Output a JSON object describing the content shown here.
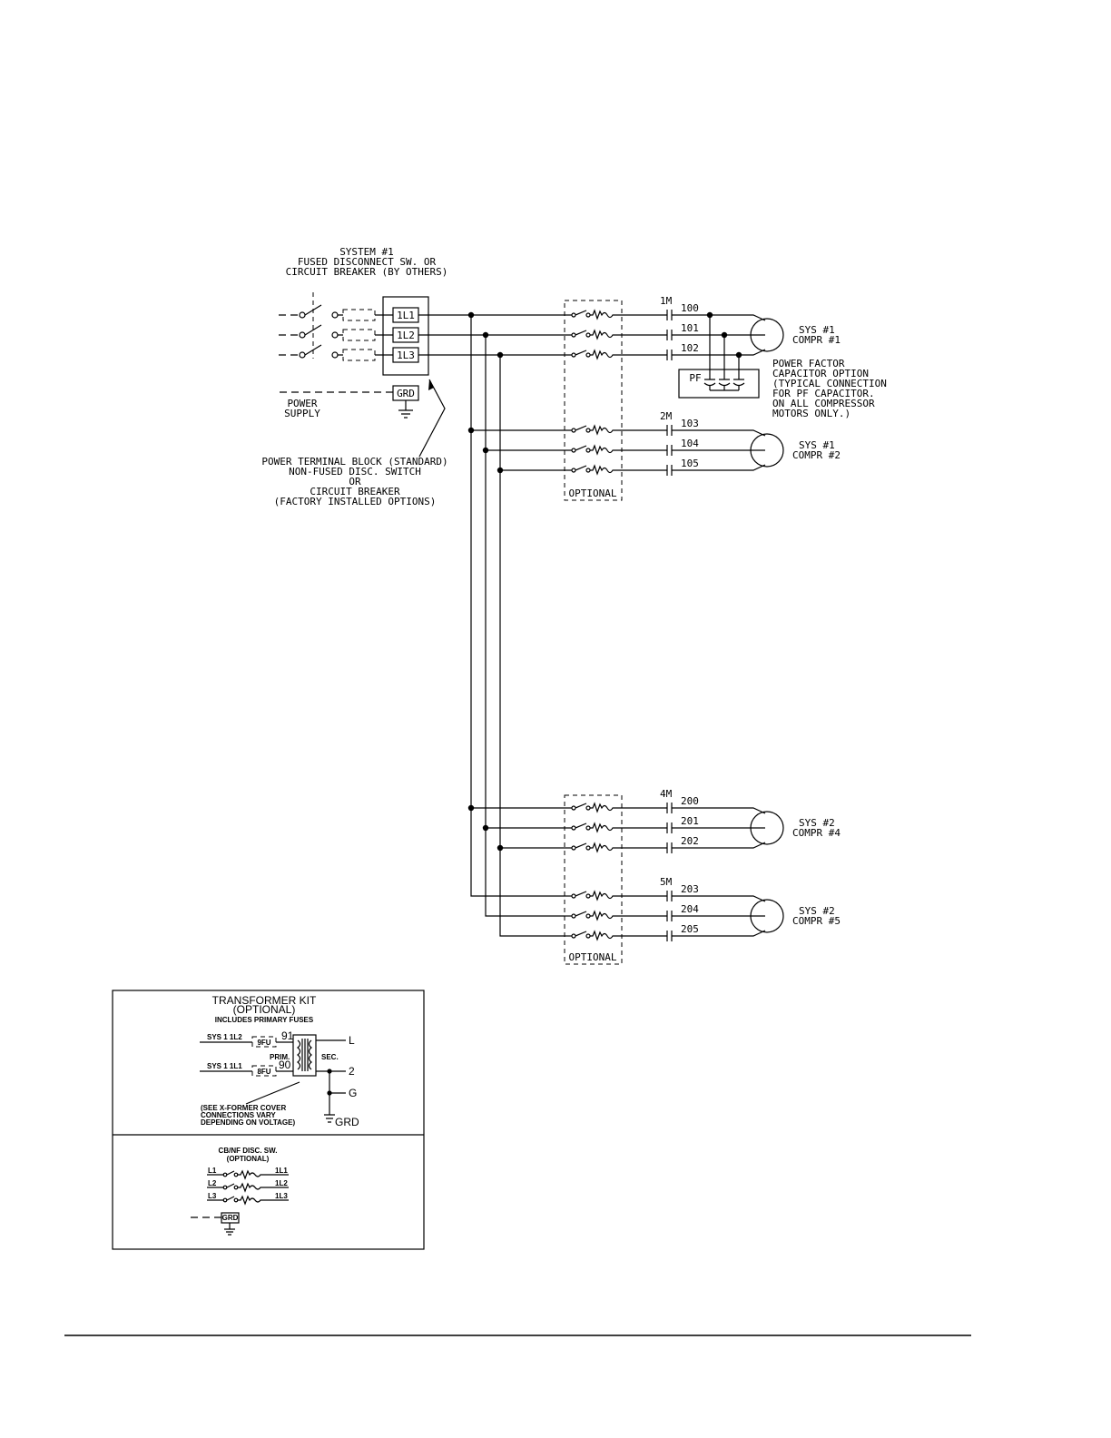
{
  "header": {
    "line1": "SYSTEM #1",
    "line2": "FUSED DISCONNECT SW. OR",
    "line3": "CIRCUIT BREAKER (BY OTHERS)"
  },
  "terminals": [
    "1L1",
    "1L2",
    "1L3"
  ],
  "grd": "GRD",
  "power_supply": [
    "POWER",
    "SUPPLY"
  ],
  "terminal_block_note": [
    "POWER TERMINAL BLOCK (STANDARD)",
    "NON-FUSED DISC. SWITCH",
    "OR",
    "CIRCUIT BREAKER",
    "(FACTORY INSTALLED OPTIONS)"
  ],
  "optional_label": "OPTIONAL",
  "pf": {
    "label": "PF",
    "note": [
      "POWER FACTOR",
      "CAPACITOR OPTION",
      "(TYPICAL CONNECTION",
      "FOR PF CAPACITOR.",
      "ON ALL COMPRESSOR",
      "MOTORS ONLY.)"
    ]
  },
  "compressors": [
    {
      "contactor": "1M",
      "wires": [
        "100",
        "101",
        "102"
      ],
      "label1": "SYS #1",
      "label2": "COMPR #1"
    },
    {
      "contactor": "2M",
      "wires": [
        "103",
        "104",
        "105"
      ],
      "label1": "SYS #1",
      "label2": "COMPR #2"
    },
    {
      "contactor": "4M",
      "wires": [
        "200",
        "201",
        "202"
      ],
      "label1": "SYS #2",
      "label2": "COMPR #4"
    },
    {
      "contactor": "5M",
      "wires": [
        "203",
        "204",
        "205"
      ],
      "label1": "SYS #2",
      "label2": "COMPR #5"
    }
  ],
  "transformer_kit": {
    "title": "TRANSFORMER KIT",
    "subtitle": "(OPTIONAL)",
    "includes": "INCLUDES PRIMARY FUSES",
    "in1": "SYS 1 1L2",
    "in2": "SYS 1 1L1",
    "fuse1": "9FU",
    "fuse2": "8FU",
    "wire1": "91",
    "wire2": "90",
    "prim": "PRIM.",
    "sec": "SEC.",
    "out_l": "L",
    "out_2": "2",
    "out_g": "G",
    "out_grd": "GRD",
    "note": [
      "(SEE X-FORMER COVER",
      "CONNECTIONS VARY",
      "DEPENDING ON VOLTAGE)"
    ]
  },
  "cbnf": {
    "title": "CB/NF DISC. SW.",
    "subtitle": "(OPTIONAL)",
    "inputs": [
      "L1",
      "L2",
      "L3"
    ],
    "outputs": [
      "1L1",
      "1L2",
      "1L3"
    ],
    "grd": "GRD"
  }
}
